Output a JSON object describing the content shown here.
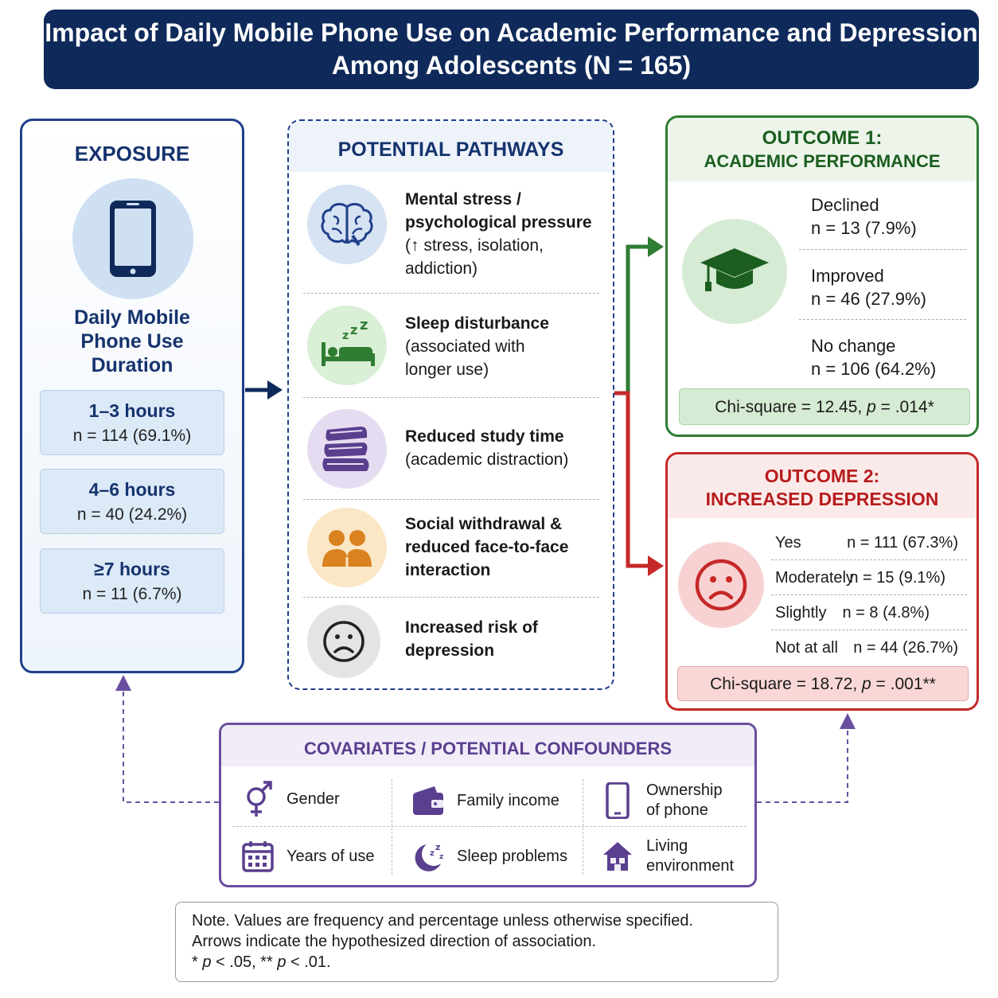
{
  "title": {
    "line1": "Impact of Daily Mobile Phone Use on Academic Performance and Depression",
    "line2": "Among Adolescents (N = 165)"
  },
  "exposure": {
    "heading": "EXPOSURE",
    "label_line1": "Daily Mobile",
    "label_line2": "Phone Use",
    "label_line3": "Duration",
    "durations": [
      {
        "label": "1–3 hours",
        "count": "n = 114 (69.1%)"
      },
      {
        "label": "4–6 hours",
        "count": "n = 40 (24.2%)"
      },
      {
        "label": "≥7 hours",
        "count": "n = 11 (6.7%)"
      }
    ]
  },
  "pathways": {
    "heading": "POTENTIAL PATHWAYS",
    "items": [
      {
        "title_line1": "Mental stress /",
        "title_line2": "psychological pressure",
        "detail_line1": "(↑ stress, isolation,",
        "detail_line2": "addiction)"
      },
      {
        "title_line1": "Sleep disturbance",
        "detail_line1": "(associated with",
        "detail_line2": "longer use)"
      },
      {
        "title_line1": "Reduced study time",
        "detail_line1": "(academic distraction)"
      },
      {
        "title_line1": "Social withdrawal &",
        "title_line2": "reduced face-to-face",
        "title_line3": "interaction"
      },
      {
        "title_line1": "Increased risk of",
        "title_line2": "depression"
      }
    ]
  },
  "outcome1": {
    "heading_line1": "OUTCOME 1:",
    "heading_line2": "ACADEMIC PERFORMANCE",
    "items": [
      {
        "label": "Declined",
        "count": "n = 13 (7.9%)"
      },
      {
        "label": "Improved",
        "count": "n = 46 (27.9%)"
      },
      {
        "label": "No change",
        "count": "n = 106 (64.2%)"
      }
    ],
    "chi_prefix": "Chi-square = 12.45, ",
    "chi_p": "p",
    "chi_suffix": " = .014*"
  },
  "outcome2": {
    "heading_line1": "OUTCOME 2:",
    "heading_line2": "INCREASED DEPRESSION",
    "rows": [
      {
        "label": "Yes",
        "count": "n = 111 (67.3%)"
      },
      {
        "label": "Moderately",
        "count": "n = 15 (9.1%)"
      },
      {
        "label": "Slightly",
        "count": "n = 8 (4.8%)"
      },
      {
        "label": "Not at all",
        "count": "n = 44 (26.7%)"
      }
    ],
    "chi_prefix": "Chi-square = 18.72, ",
    "chi_p": "p",
    "chi_suffix": " = .001**"
  },
  "covariates": {
    "heading": "COVARIATES / POTENTIAL CONFOUNDERS",
    "gender": "Gender",
    "family_income": "Family income",
    "ownership_line1": "Ownership",
    "ownership_line2": "of phone",
    "years_of_use": "Years of use",
    "sleep_problems": "Sleep problems",
    "living_line1": "Living",
    "living_line2": "environment"
  },
  "note": {
    "line1": "Note. Values are frequency and percentage unless otherwise specified.",
    "line2": "Arrows indicate the hypothesized direction of association.",
    "line3_a": "* ",
    "line3_p1": "p",
    "line3_b": " < .05, ** ",
    "line3_p2": "p",
    "line3_c": " < .01."
  },
  "colors": {
    "navy": "#0f2a5a",
    "exposure": "#1f3f8a",
    "outcome1": "#2e7d32",
    "outcome2": "#c62828",
    "covariates": "#6a4ea0"
  }
}
